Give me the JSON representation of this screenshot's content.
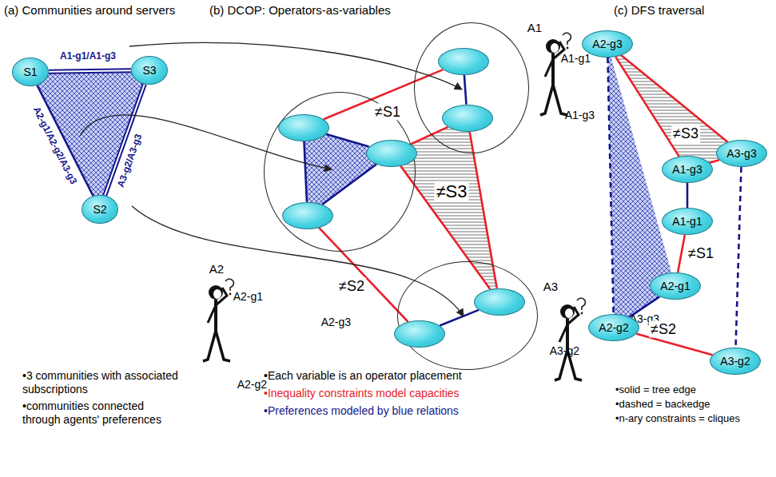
{
  "diagram": {
    "nodes": [
      {
        "text": [
          "S1"
        ]
      },
      {
        "text": [
          "S3"
        ]
      },
      {
        "text": [
          "S2"
        ]
      },
      {
        "text": [
          "A1"
        ]
      },
      {
        "text": [
          "A1-g1"
        ],
        "in": 3
      },
      {
        "text": [
          "A1-g3"
        ],
        "in": 3
      },
      {
        "text": [
          "A2"
        ]
      },
      {
        "text": [
          "A2-g1"
        ],
        "in": 6
      },
      {
        "text": [
          "A2-g3"
        ],
        "in": 6
      },
      {
        "text": [
          "A2-g2"
        ],
        "in": 6
      },
      {
        "text": [
          "A3"
        ]
      },
      {
        "text": [
          "A3-g3"
        ],
        "in": 10
      },
      {
        "text": [
          "A3-g2"
        ],
        "in": 10
      },
      {
        "text": [
          "A2-g3"
        ]
      },
      {
        "text": [
          "A3-g3"
        ]
      },
      {
        "text": [
          "A1-g3"
        ]
      },
      {
        "text": [
          "A1-g1"
        ]
      },
      {
        "text": [
          "A2-g1"
        ]
      },
      {
        "text": [
          "A2-g2"
        ]
      },
      {
        "text": [
          "A3-g2"
        ]
      }
    ],
    "edges": [
      {
        "from": 0,
        "to": 1,
        "arrow": "none",
        "label": "A1-g1/A1-g3"
      },
      {
        "from": 0,
        "to": 2,
        "arrow": "none",
        "label": "A2-g1/A2-g2/A3-g3"
      },
      {
        "from": 1,
        "to": 2,
        "arrow": "none",
        "label": "A3-g2/A3-g3"
      },
      {
        "from": 4,
        "to": 5,
        "arrow": "none"
      },
      {
        "from": 7,
        "to": 4,
        "arrow": "none",
        "label": "≠S1"
      },
      {
        "from": 8,
        "to": 5,
        "arrow": "none"
      },
      {
        "from": 8,
        "to": 11,
        "arrow": "none"
      },
      {
        "from": 5,
        "to": 11,
        "arrow": "none"
      },
      {
        "from": 7,
        "to": 8,
        "arrow": "none"
      },
      {
        "from": 8,
        "to": 9,
        "arrow": "none"
      },
      {
        "from": 9,
        "to": 7,
        "arrow": "none"
      },
      {
        "from": 9,
        "to": 12,
        "arrow": "none",
        "label": "≠S2"
      },
      {
        "from": 11,
        "to": 12,
        "arrow": "none"
      },
      {
        "from": 13,
        "to": 14,
        "arrow": "none"
      },
      {
        "from": 13,
        "to": 15,
        "arrow": "none"
      },
      {
        "from": 14,
        "to": 15,
        "arrow": "none"
      },
      {
        "from": 15,
        "to": 16,
        "arrow": "none"
      },
      {
        "from": 16,
        "to": 17,
        "arrow": "none",
        "label": "≠S1"
      },
      {
        "from": 17,
        "to": 18,
        "arrow": "none"
      },
      {
        "from": 18,
        "to": 19,
        "arrow": "none",
        "label": "≠S2"
      },
      {
        "from": 13,
        "to": 18,
        "arrow": "none"
      },
      {
        "from": 14,
        "to": 19,
        "arrow": "none"
      }
    ],
    "labels": [
      "(a) Communities around servers",
      "(b) DCOP: Operators-as-variables",
      "(c) DFS traversal",
      "≠S3",
      "≠S3",
      "•3 communities with associated subscriptions",
      "•communities connected through agents' preferences",
      "•Each variable is an operator placement",
      "•Inequality constraints model capacities",
      "•Preferences modeled by blue relations",
      "•solid = tree edge",
      "•dashed = backedge",
      "•n-ary constraints = cliques"
    ]
  }
}
